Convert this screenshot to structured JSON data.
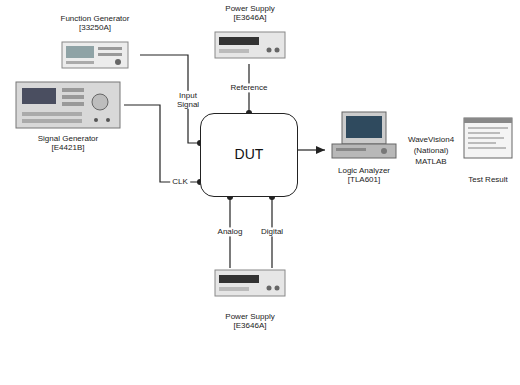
{
  "diagram": {
    "nodes": [
      {
        "text": [
          "Power Supply [E3646A]"
        ]
      },
      {
        "text": [
          "Function Generator [33250A]"
        ]
      },
      {
        "text": [
          "Signal Generator [E4421B]"
        ]
      },
      {
        "text": [
          "DUT"
        ]
      },
      {
        "text": [
          "Power Supply [E3646A]"
        ]
      },
      {
        "text": [
          "Logic Analyzer [TLA601]"
        ]
      },
      {
        "text": [
          "Test Result"
        ]
      }
    ],
    "edges": [
      {
        "from": 0,
        "to": 3,
        "label": "Reference",
        "arrow": "none"
      },
      {
        "from": 1,
        "to": 3,
        "label": "Input Signal",
        "arrow": "none"
      },
      {
        "from": 2,
        "to": 3,
        "label": "CLK",
        "arrow": "none"
      },
      {
        "from": 4,
        "to": 3,
        "label": "Analog",
        "arrow": "none"
      },
      {
        "from": 4,
        "to": 3,
        "label": "Digital",
        "arrow": "none"
      },
      {
        "from": 3,
        "to": 5,
        "arrow": "to"
      }
    ],
    "labels": [
      "WaveVision4",
      "(National)",
      "MATLAB"
    ]
  }
}
